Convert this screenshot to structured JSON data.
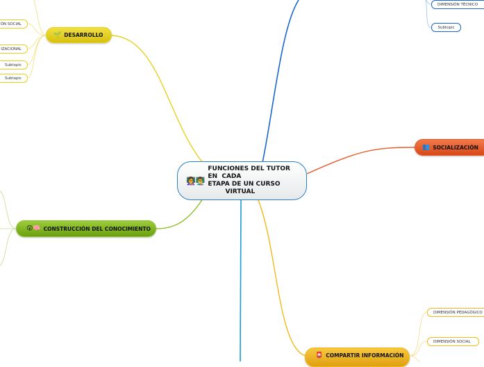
{
  "central": {
    "title": "FUNCIONES DEL TUTOR\nEN  CADA\nETAPA DE UN CURSO\n        VIRTUAL",
    "icon": "teachers-icon",
    "color": "#2a7fc1"
  },
  "topics": [
    {
      "label": "DESARROLLO",
      "icon": "seedling-icon",
      "color": "#e6d020"
    },
    {
      "label": "CONSTRUCCIÓN DEL CONOCIMIENTO",
      "icon": "brain-icon",
      "color": "#79b01a"
    },
    {
      "label": "SOCIALIZACIÓN",
      "icon": "people-icon",
      "color": "#e65a2a"
    },
    {
      "label": "COMPARTIR INFORMACIÓN",
      "icon": "mailbox-icon",
      "color": "#f2b81a"
    }
  ],
  "desarrollo_subtopics": [
    "ÓN SOCIAL",
    "IZACIONAL",
    "Subtopic",
    "Subtopic"
  ],
  "blue_subtopics": [
    "DIMENSIÓN TÉCNICO",
    "Subtopic"
  ],
  "compartir_subtopics": [
    "DIMENSIÓN PEDAGÓGICO",
    "DIMENSIÓN SOCIAL"
  ]
}
